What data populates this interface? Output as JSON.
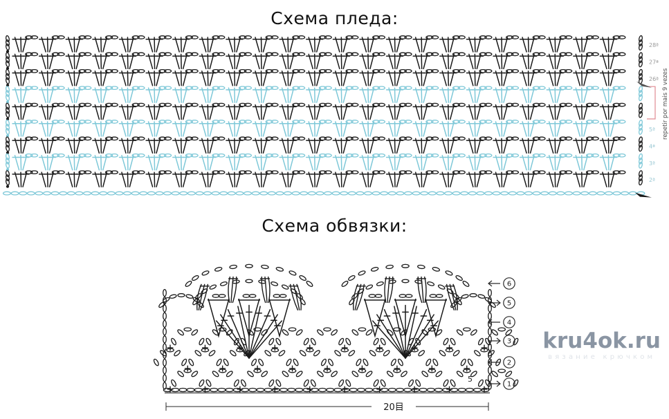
{
  "titles": {
    "blanket": "Схема пледа:",
    "edging": "Схема обвязки:"
  },
  "watermark": {
    "main": "kru4ok.ru",
    "sub": "вязание крючком"
  },
  "blanket_chart": {
    "note_repeat": "repetir por mais 9 vezes",
    "row_labels_top": [
      "28ª",
      "27ª",
      "26ª"
    ],
    "row_labels_bottom": [
      "5ª",
      "4ª",
      "3ª",
      "2ª"
    ],
    "stitch_colors": {
      "black": "#1a1a1a",
      "blue": "#7ec8d8",
      "bracket": "#e08a92"
    },
    "rows": [
      {
        "index": 0,
        "label": "28ª",
        "color": "black",
        "kind": "fan"
      },
      {
        "index": 1,
        "label": "27ª",
        "color": "black",
        "kind": "fan"
      },
      {
        "index": 2,
        "label": "26ª",
        "color": "black",
        "kind": "fan"
      },
      {
        "index": 3,
        "label": "",
        "color": "blue",
        "kind": "fan"
      },
      {
        "index": 4,
        "label": "",
        "color": "black",
        "kind": "fan"
      },
      {
        "index": 5,
        "label": "5ª",
        "color": "blue",
        "kind": "fan"
      },
      {
        "index": 6,
        "label": "4ª",
        "color": "black",
        "kind": "fan"
      },
      {
        "index": 7,
        "label": "3ª",
        "color": "blue",
        "kind": "fan"
      },
      {
        "index": 8,
        "label": "2ª",
        "color": "black",
        "kind": "fan"
      },
      {
        "index": 9,
        "label": "",
        "color": "blue",
        "kind": "foundation"
      }
    ],
    "repeat_units": 23
  },
  "edging_chart": {
    "row_markers": [
      "1",
      "2",
      "3",
      "4",
      "5",
      "6"
    ],
    "stitch_count_label": "20目",
    "arc_label": "5",
    "marker_directions": [
      "right",
      "left",
      "right",
      "left",
      "right",
      "left"
    ]
  }
}
